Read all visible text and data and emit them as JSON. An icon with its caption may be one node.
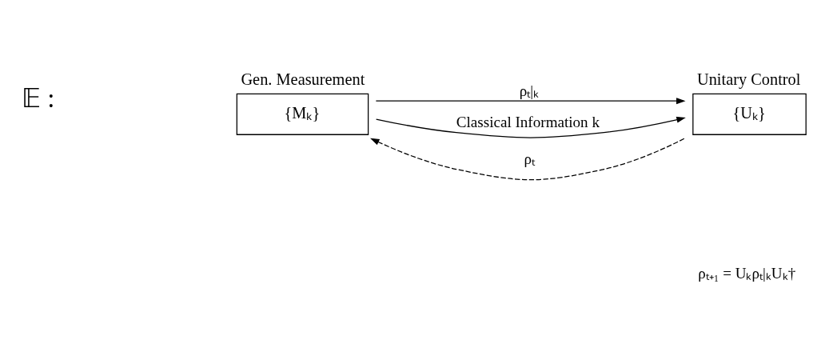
{
  "diagram": {
    "nodes": [
      {
        "text": [
          "Gen. Measurement",
          "{Mₖ}"
        ]
      },
      {
        "text": [
          "Unitary Control",
          "{Uₖ}"
        ]
      }
    ],
    "edges": [
      {
        "from": 0,
        "to": 1,
        "arrow": "to",
        "label": "ρₜ|ₖ"
      },
      {
        "from": 0,
        "to": 1,
        "arrow": "to",
        "label": "Classical Information k"
      },
      {
        "from": 1,
        "to": 0,
        "arrow": "to",
        "style": "dashed",
        "label": "ρₜ"
      }
    ],
    "labels": [
      "𝔼 :",
      "ρₜ₊₁ = Uₖρₜ|ₖUₖ†"
    ]
  }
}
